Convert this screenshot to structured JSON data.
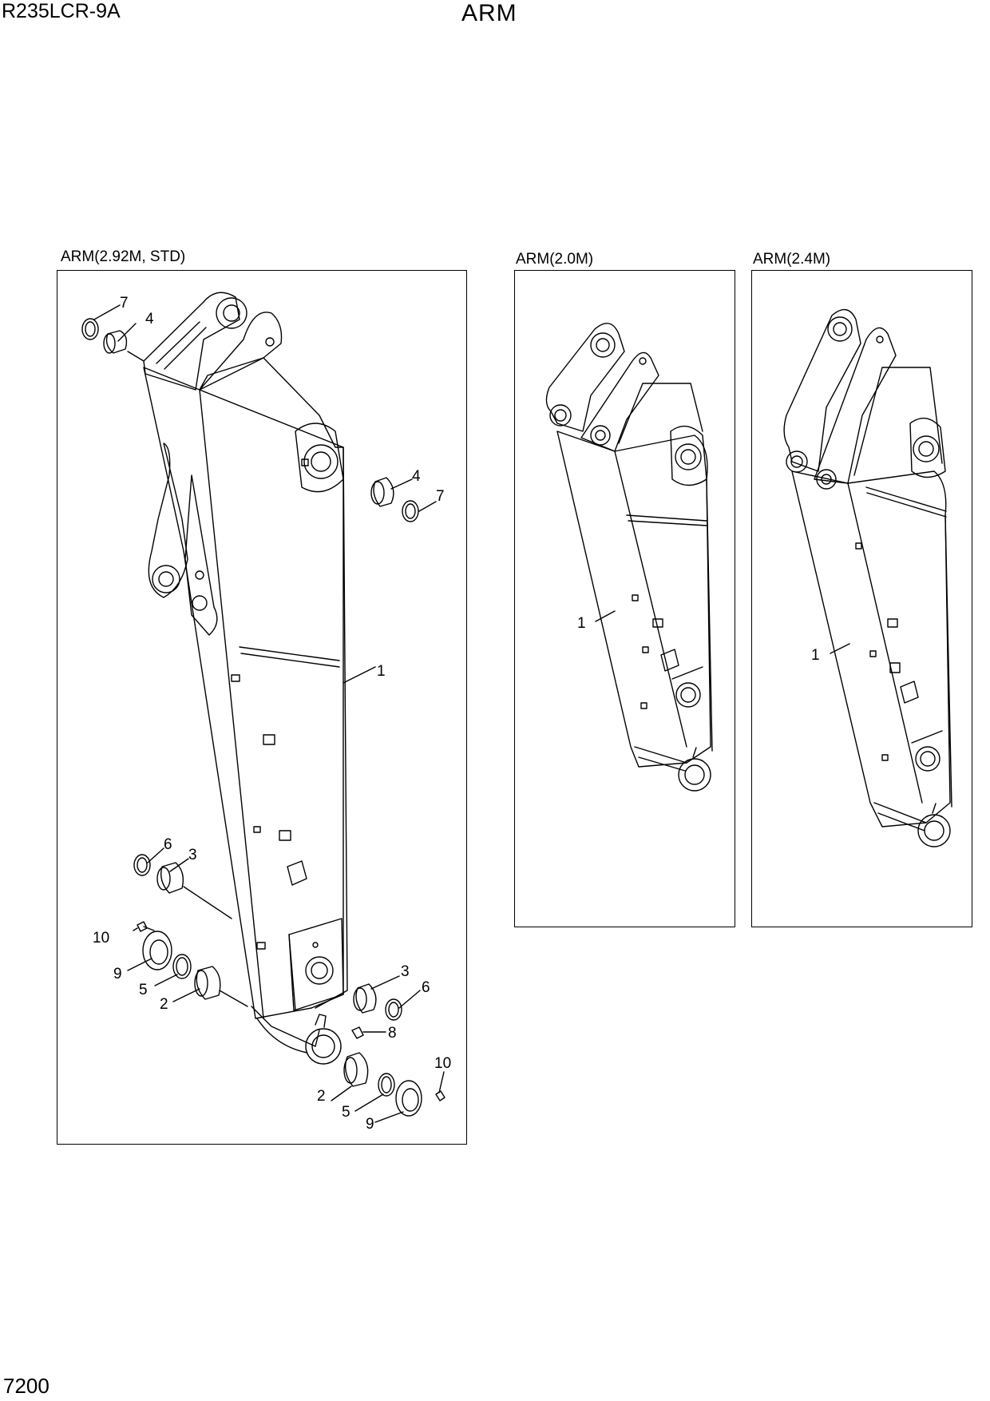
{
  "header": {
    "model": "R235LCR-9A",
    "title": "ARM"
  },
  "footer": {
    "page_number": "7200"
  },
  "panels": [
    {
      "title": "ARM(2.92M, STD)"
    },
    {
      "title": "ARM(2.0M)"
    },
    {
      "title": "ARM(2.4M)"
    }
  ],
  "callouts": {
    "std": [
      "7",
      "4",
      "4",
      "7",
      "1",
      "6",
      "3",
      "10",
      "9",
      "5",
      "2",
      "3",
      "6",
      "8",
      "10",
      "2",
      "5",
      "9"
    ],
    "a20": [
      "1"
    ],
    "a24": [
      "1"
    ]
  }
}
